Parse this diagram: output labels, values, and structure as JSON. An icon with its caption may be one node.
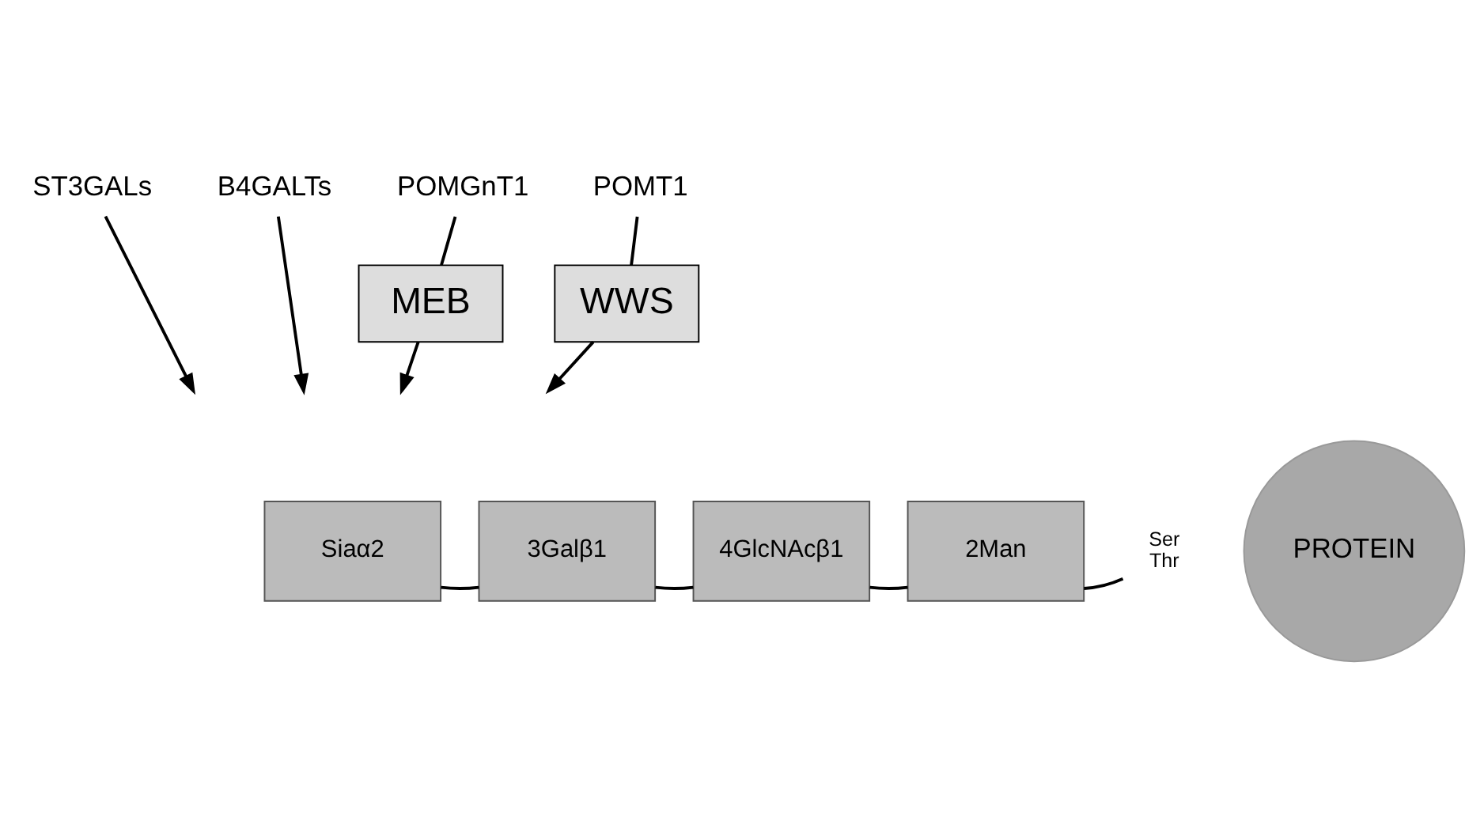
{
  "diagram": {
    "nodes": [
      {
        "text": [
          "ST3GALs"
        ]
      },
      {
        "text": [
          "B4GALTs"
        ]
      },
      {
        "text": [
          "POMGnT1"
        ]
      },
      {
        "text": [
          "POMT1"
        ]
      },
      {
        "text": [
          "MEB"
        ]
      },
      {
        "text": [
          "WWS"
        ]
      },
      {
        "text": [
          "Siaα2"
        ]
      },
      {
        "text": [
          "3Galβ1"
        ]
      },
      {
        "text": [
          "4GlcNAcβ1"
        ]
      },
      {
        "text": [
          "2Man"
        ]
      },
      {
        "text": [
          "Ser Thr"
        ]
      },
      {
        "text": [
          "PROTEIN"
        ]
      }
    ],
    "edges": [
      {
        "from": 0,
        "to": null,
        "arrow": "to"
      },
      {
        "from": 1,
        "to": null,
        "arrow": "to"
      },
      {
        "from": 2,
        "to": 4,
        "arrow": "none"
      },
      {
        "from": 4,
        "to": null,
        "arrow": "to"
      },
      {
        "from": 3,
        "to": 5,
        "arrow": "none"
      },
      {
        "from": 5,
        "to": null,
        "arrow": "to"
      },
      {
        "from": 6,
        "to": 7,
        "arrow": "none"
      },
      {
        "from": 7,
        "to": 8,
        "arrow": "none"
      },
      {
        "from": 8,
        "to": 9,
        "arrow": "none"
      },
      {
        "from": 9,
        "to": 10,
        "arrow": "none"
      }
    ]
  }
}
